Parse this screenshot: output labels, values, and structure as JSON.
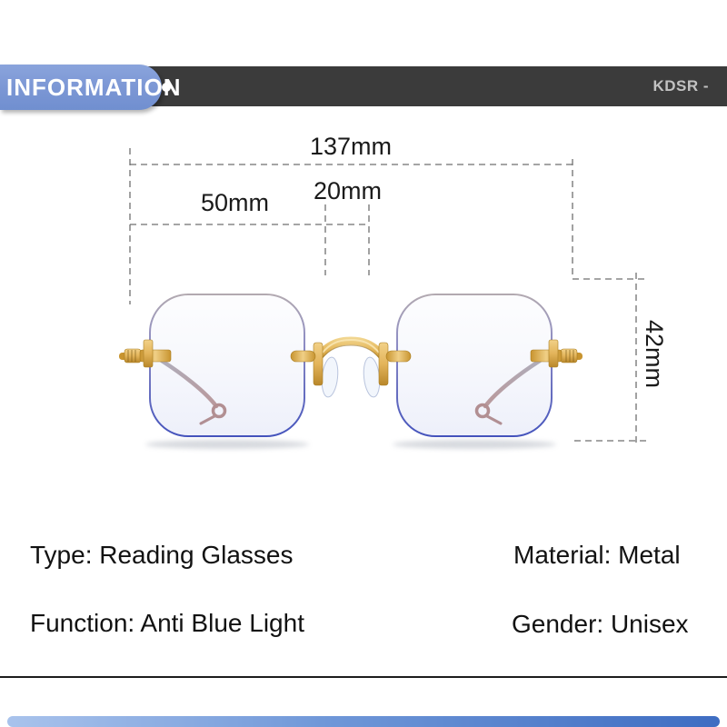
{
  "header": {
    "banner_label": "INFORMATION",
    "model_code": "KDSR -",
    "colors": {
      "bar": "#3b3b3b",
      "pill": "#7e99d6",
      "dot": "#ffffff",
      "model_text": "#c2c2c2"
    }
  },
  "dimensions": {
    "total_width": "137mm",
    "lens_width": "50mm",
    "bridge_width": "20mm",
    "lens_height": "42mm",
    "line_color": "#6f6f6f"
  },
  "product_image": {
    "description": "rimless square reading glasses, front view, gold metal bridge and hinges, folded rose temples, clear anti-blue-light lenses",
    "colors": {
      "lens_rim_top": "#b3aab0",
      "lens_rim_bottom": "#4352bc",
      "metal_gold": "#d9a843",
      "temple_rose": "#b2837d"
    }
  },
  "specs": {
    "type": "Type: Reading Glasses",
    "material": "Material: Metal",
    "function": "Function: Anti Blue Light",
    "gender": "Gender: Unisex"
  },
  "footer": {
    "bar_gradient": [
      "#a9c3ec",
      "#3e6dc2"
    ]
  }
}
